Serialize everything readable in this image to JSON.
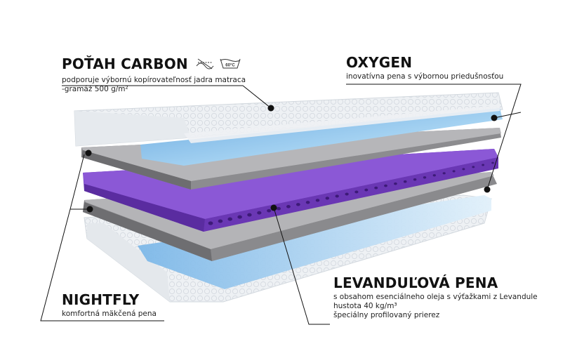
{
  "labels": {
    "potah": {
      "title": "POŤAH CARBON",
      "lines": [
        "podporuje výbornú kopírovateľnosť jadra matraca",
        "-gramáž 500 g/m²"
      ]
    },
    "oxygen": {
      "title": "OXYGEN",
      "lines": [
        "inovatívna pena s výbornou priedušnosťou"
      ]
    },
    "nightfly": {
      "title": "NIGHTFLY",
      "lines": [
        "komfortná mäkčená pena"
      ]
    },
    "levandula": {
      "title": "LEVANDUĽOVÁ PENA",
      "lines": [
        "s obsahom esenciálneho oleja s výťažkami z Levandule",
        "hustota 40 kg/m³",
        "špeciálny profilovaný prierez"
      ]
    }
  },
  "care_icons": {
    "wash_temp": "60°C"
  },
  "colors": {
    "cover": "#eef1f4",
    "blue_foam": "#8fc3ec",
    "gray_foam": "#8c8c8f",
    "lavender_foam": "#7a45c8",
    "leader_line": "#111111"
  }
}
